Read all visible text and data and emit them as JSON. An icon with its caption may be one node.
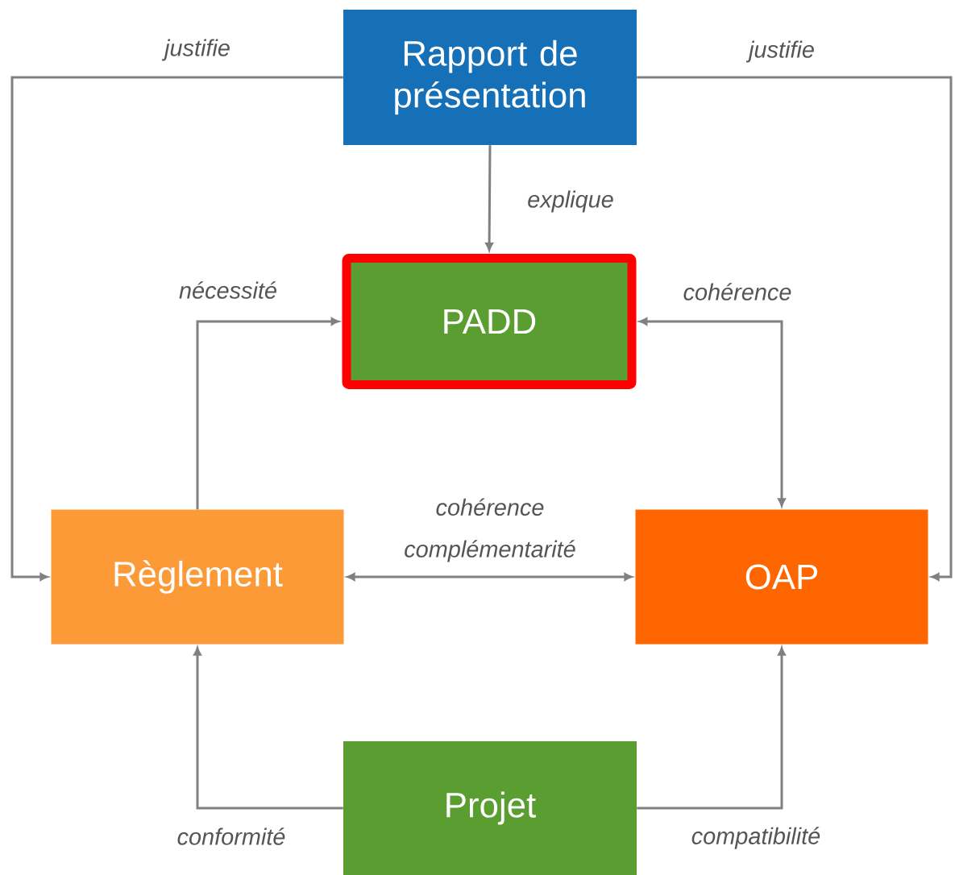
{
  "diagram": {
    "nodes": [
      {
        "text": [
          "Rapport de présentation"
        ]
      },
      {
        "text": [
          "PADD"
        ]
      },
      {
        "text": [
          "Règlement"
        ]
      },
      {
        "text": [
          "OAP"
        ]
      },
      {
        "text": [
          "Projet"
        ]
      }
    ],
    "edges": [
      {
        "from": 0,
        "to": 1,
        "arrow": "to",
        "label": "explique"
      },
      {
        "from": 0,
        "to": 2,
        "arrow": "to",
        "label": "justifie"
      },
      {
        "from": 0,
        "to": 3,
        "arrow": "to",
        "label": "justifie"
      },
      {
        "from": 2,
        "to": 1,
        "arrow": "to",
        "label": "nécessité"
      },
      {
        "from": 1,
        "to": 3,
        "arrow": "both",
        "label": "cohérence"
      },
      {
        "from": 2,
        "to": 3,
        "arrow": "both",
        "label": "cohérence complémentarité"
      },
      {
        "from": 4,
        "to": 2,
        "arrow": "to",
        "label": "conformité"
      },
      {
        "from": 4,
        "to": 3,
        "arrow": "to",
        "label": "compatibilité"
      }
    ]
  }
}
